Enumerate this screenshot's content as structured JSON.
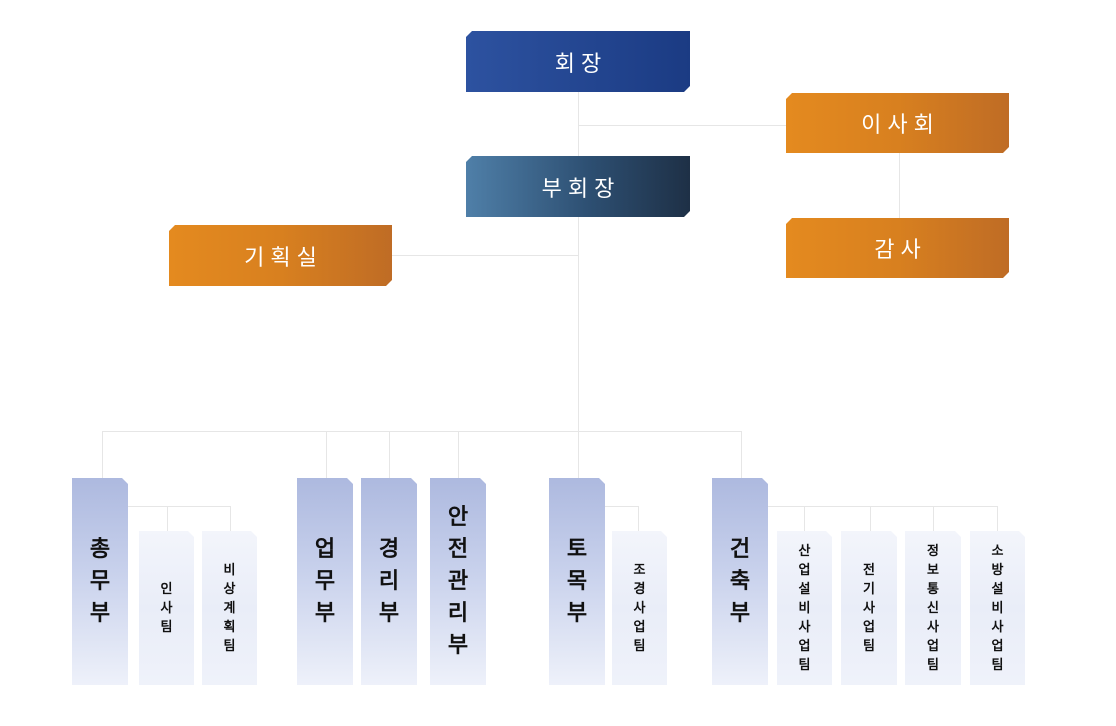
{
  "chairman": "회장",
  "board": "이사회",
  "vice_chairman": "부회장",
  "audit": "감사",
  "planning_office": "기획실",
  "departments": {
    "general_affairs": "총무부",
    "business": "업무부",
    "accounting": "경리부",
    "safety": "안전관리부",
    "civil": "토목부",
    "architecture": "건축부"
  },
  "teams": {
    "hr": "인사팀",
    "emergency_planning": "비상계획팀",
    "landscaping": "조경사업팀",
    "plant_facility": "산업설비사업팀",
    "electrical": "전기사업팀",
    "ict": "정보통신사업팀",
    "fire_facility": "소방설비사업팀"
  },
  "colors": {
    "top_blue": "#1b3b83",
    "vice_blue": "#2d4f72",
    "orange": "#d8801f",
    "dept_blue": "#adb9df",
    "team_pale": "#eef1fa",
    "connector": "#e6e6e6"
  }
}
